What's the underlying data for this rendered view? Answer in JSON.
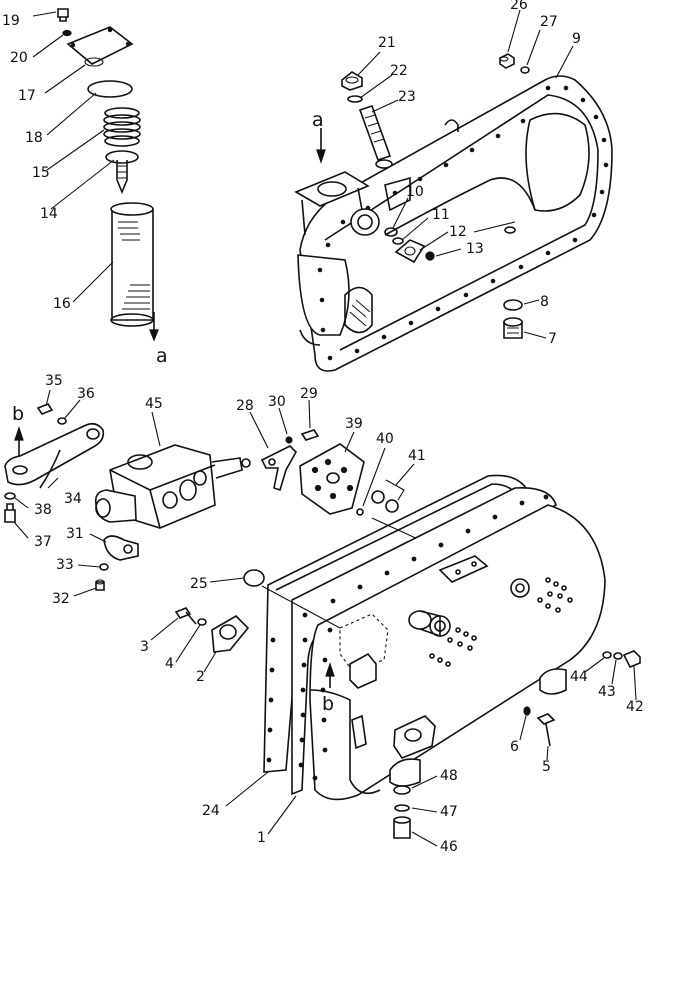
{
  "labels": [
    {
      "id": "19",
      "text": "19"
    },
    {
      "id": "20",
      "text": "20"
    },
    {
      "id": "17",
      "text": "17"
    },
    {
      "id": "18",
      "text": "18"
    },
    {
      "id": "15",
      "text": "15"
    },
    {
      "id": "14",
      "text": "14"
    },
    {
      "id": "16",
      "text": "16"
    },
    {
      "id": "a1",
      "text": "a"
    },
    {
      "id": "a2",
      "text": "a"
    },
    {
      "id": "21",
      "text": "21"
    },
    {
      "id": "22",
      "text": "22"
    },
    {
      "id": "23",
      "text": "23"
    },
    {
      "id": "26",
      "text": "26"
    },
    {
      "id": "27",
      "text": "27"
    },
    {
      "id": "9",
      "text": "9"
    },
    {
      "id": "10",
      "text": "10"
    },
    {
      "id": "11",
      "text": "11"
    },
    {
      "id": "12",
      "text": "12"
    },
    {
      "id": "13",
      "text": "13"
    },
    {
      "id": "8",
      "text": "8"
    },
    {
      "id": "7",
      "text": "7"
    },
    {
      "id": "35",
      "text": "35"
    },
    {
      "id": "36",
      "text": "36"
    },
    {
      "id": "45",
      "text": "45"
    },
    {
      "id": "28",
      "text": "28"
    },
    {
      "id": "30",
      "text": "30"
    },
    {
      "id": "29",
      "text": "29"
    },
    {
      "id": "39",
      "text": "39"
    },
    {
      "id": "40",
      "text": "40"
    },
    {
      "id": "41",
      "text": "41"
    },
    {
      "id": "b1",
      "text": "b"
    },
    {
      "id": "b2",
      "text": "b"
    },
    {
      "id": "34",
      "text": "34"
    },
    {
      "id": "38",
      "text": "38"
    },
    {
      "id": "37",
      "text": "37"
    },
    {
      "id": "31",
      "text": "31"
    },
    {
      "id": "33",
      "text": "33"
    },
    {
      "id": "32",
      "text": "32"
    },
    {
      "id": "25",
      "text": "25"
    },
    {
      "id": "3",
      "text": "3"
    },
    {
      "id": "4",
      "text": "4"
    },
    {
      "id": "2",
      "text": "2"
    },
    {
      "id": "44",
      "text": "44"
    },
    {
      "id": "43",
      "text": "43"
    },
    {
      "id": "42",
      "text": "42"
    },
    {
      "id": "6",
      "text": "6"
    },
    {
      "id": "5",
      "text": "5"
    },
    {
      "id": "48",
      "text": "48"
    },
    {
      "id": "47",
      "text": "47"
    },
    {
      "id": "46",
      "text": "46"
    },
    {
      "id": "24",
      "text": "24"
    },
    {
      "id": "1",
      "text": "1"
    }
  ]
}
